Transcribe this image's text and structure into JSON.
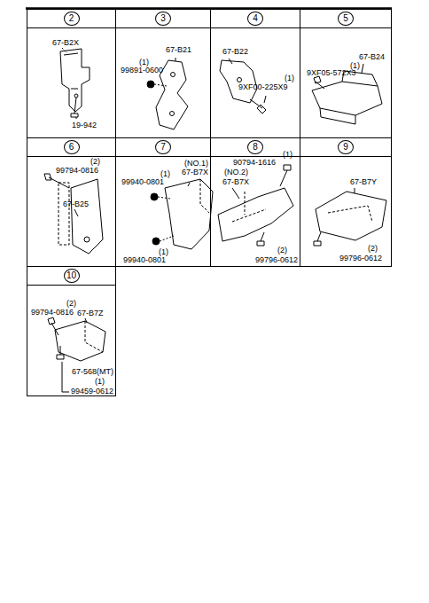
{
  "diagram": {
    "nodes": [
      {
        "text": [
          "2",
          "67-B2X",
          "19-942"
        ]
      },
      {
        "text": [
          "3",
          "67-B21",
          "(1)",
          "99891-0600"
        ]
      },
      {
        "text": [
          "4",
          "67-B22",
          "(1)",
          "9XF00-225X9"
        ]
      },
      {
        "text": [
          "5",
          "67-B24",
          "(1)",
          "9XF05-572X3"
        ]
      },
      {
        "text": [
          "6",
          "(2)",
          "99794-0816",
          "67-B25"
        ]
      },
      {
        "text": [
          "7",
          "(NO.1)",
          "(1)",
          "67-B7X",
          "99940-0801",
          "(1)",
          "99940-0801"
        ]
      },
      {
        "text": [
          "8",
          "(1)",
          "90794-1616",
          "(NO.2)",
          "67-B7X",
          "(2)",
          "99796-0612"
        ]
      },
      {
        "text": [
          "9",
          "67-B7Y",
          "(2)",
          "99796-0612"
        ]
      },
      {
        "text": [
          "10",
          "(2)",
          "99794-0816",
          "67-B7Z",
          "67-568(MT)",
          "(1)",
          "99459-0612"
        ]
      }
    ]
  }
}
